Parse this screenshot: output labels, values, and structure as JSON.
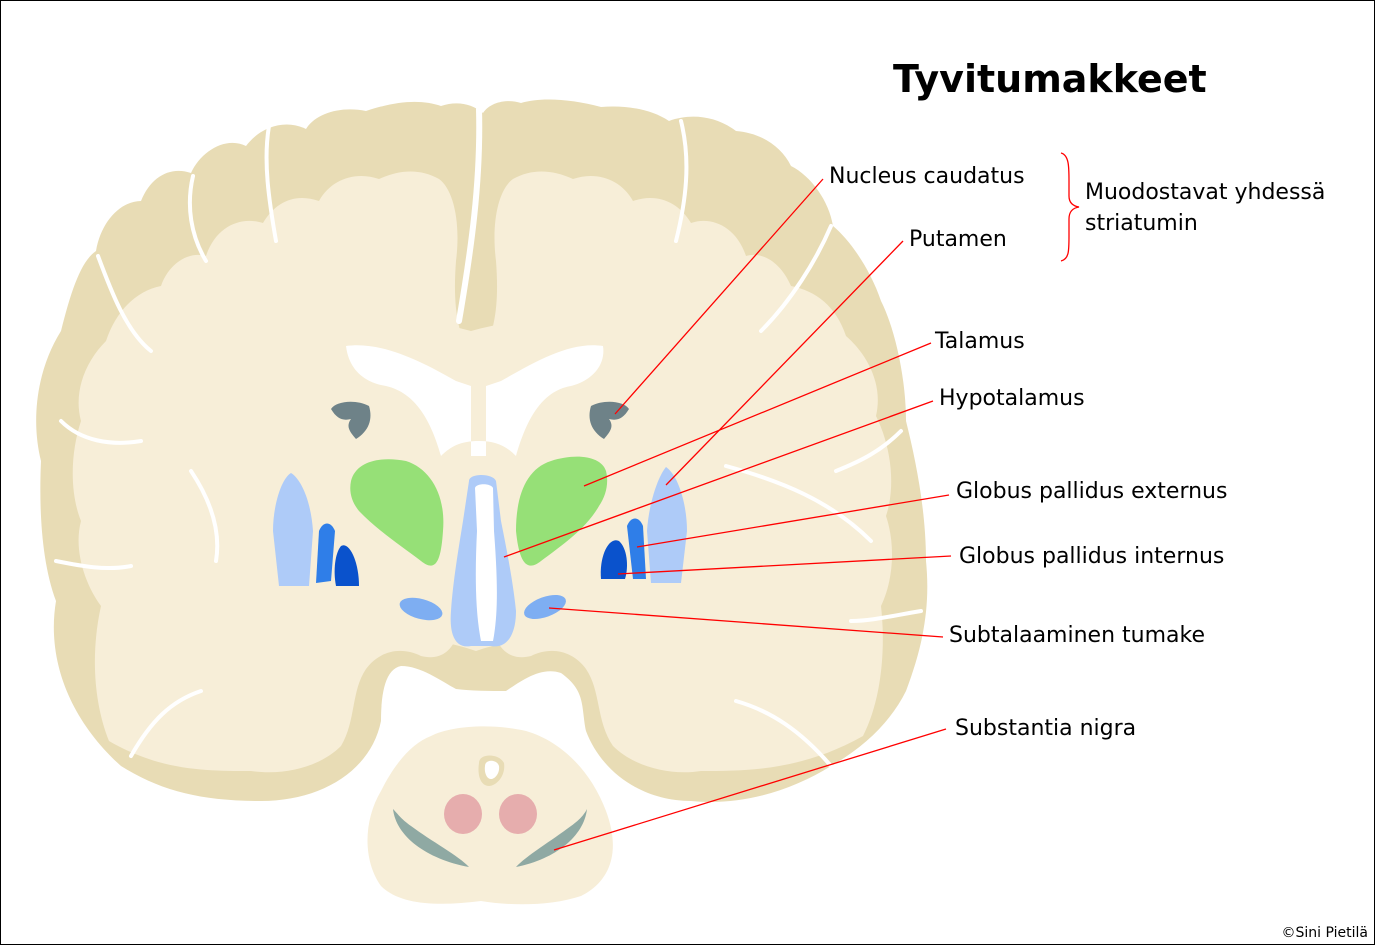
{
  "title": "Tyvitumakkeet",
  "structures": [
    {
      "key": "nucleus_caudatus",
      "label": "Nucleus caudatus"
    },
    {
      "key": "putamen",
      "label": "Putamen"
    },
    {
      "key": "talamus",
      "label": "Talamus"
    },
    {
      "key": "hypotalamus",
      "label": "Hypotalamus"
    },
    {
      "key": "gp_externus",
      "label": "Globus pallidus externus"
    },
    {
      "key": "gp_internus",
      "label": "Globus pallidus internus"
    },
    {
      "key": "subtalaaminen",
      "label": "Subtalaaminen tumake"
    },
    {
      "key": "substantia_nigra",
      "label": "Substantia nigra"
    }
  ],
  "striatum_note": {
    "line1": "Muodostavat yhdessä",
    "line2": "striatumin"
  },
  "copyright": "©Sini Pietilä",
  "colors": {
    "grey_matter": "#e8dcb5",
    "white_matter": "#f7eed8",
    "ventricle": "#ffffff",
    "caudate": "#6e8288",
    "putamen": "#aecbf8",
    "thalamus": "#96e077",
    "gp_externus": "#2f7ee8",
    "gp_internus": "#0a52cc",
    "subthalamic": "#7eaef2",
    "third_ventricle_outline": "#aecbf8",
    "substantia_nigra": "#8fa9a3",
    "red_nucleus": "#e6adad",
    "leader_line": "#ff0000"
  }
}
